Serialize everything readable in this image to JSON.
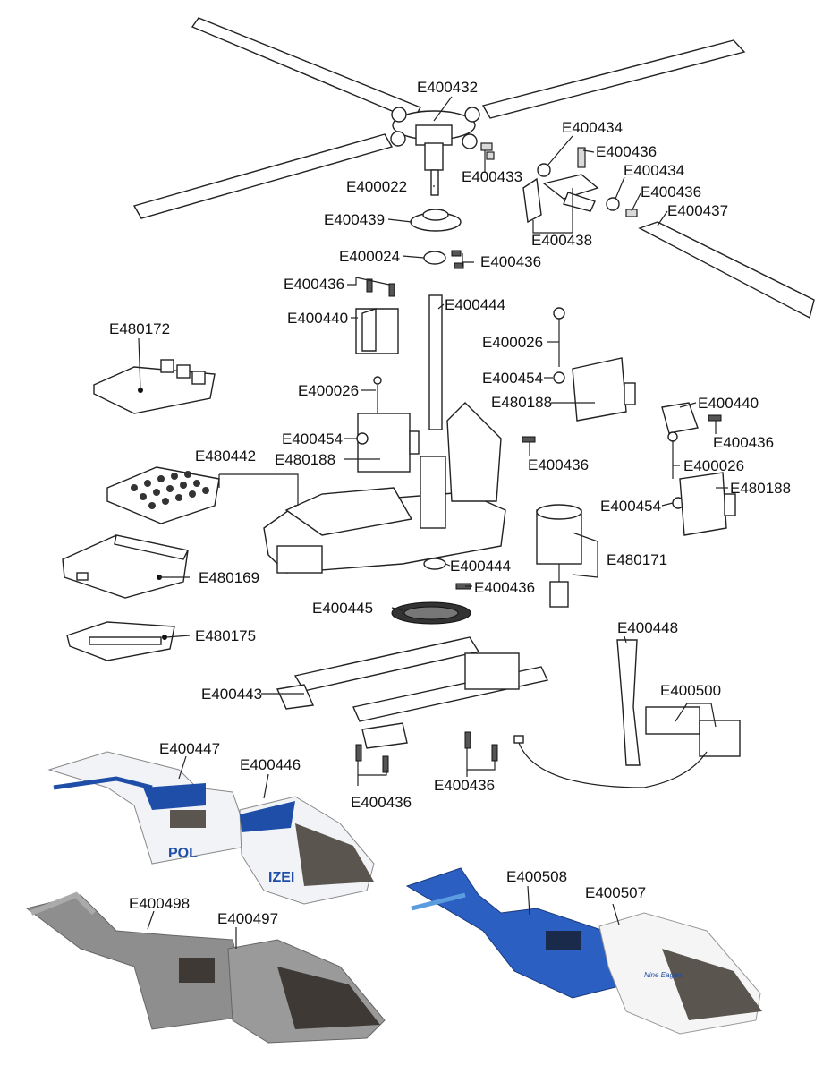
{
  "labels": {
    "main_rotor_head": "E400432",
    "blade_grip_screw_set": "E400433",
    "tail_bearing_a": "E400434",
    "tail_screw_a": "E400436",
    "tail_bearing_b": "E400434",
    "tail_screw_b": "E400436",
    "tail_blade": "E400437",
    "tail_pitch_assembly": "E400438",
    "main_shaft": "E400022",
    "swashplate": "E400439",
    "shaft_collar": "E400024",
    "collar_screws": "E400436",
    "servo_bracket_screws": "E400436",
    "servo_bracket_left": "E400440",
    "main_shaft_tube": "E400444",
    "receiver_board": "E480172",
    "pushrod_left": "E400026",
    "pushrod_center": "E400026",
    "ball_link_center": "E400454",
    "servo_center": "E480188",
    "ball_link_left": "E400454",
    "servo_left": "E480188",
    "frame_screws": "E400436",
    "servo_bracket_right": "E400440",
    "right_bracket_screws": "E400436",
    "pushrod_right": "E400026",
    "battery_tray": "E480442",
    "ball_link_right": "E400454",
    "servo_right": "E480188",
    "bearing": "E400444",
    "motor": "E480171",
    "battery": "E480169",
    "gear_screws": "E400436",
    "main_gear": "E400445",
    "esc": "E480175",
    "tail_boom": "E400448",
    "landing_gear": "E400443",
    "tail_motor": "E400500",
    "body_police_rear": "E400447",
    "canopy_police": "E400446",
    "skid_screws_left": "E400436",
    "skid_screws_right": "E400436",
    "body_grey_rear": "E400498",
    "canopy_grey": "E400497",
    "body_blue_rear": "E400508",
    "canopy_white": "E400507"
  },
  "body_text": {
    "police_lettering": "POL",
    "police_lettering_2": "IZEI",
    "brand_text": "Nine Eagles"
  },
  "colors": {
    "police_blue": "#1f4ea8",
    "police_white": "#f2f3f6",
    "grey_body": "#8e8e8e",
    "blue_body": "#2b5fc2",
    "white_body": "#f5f5f5",
    "canopy_tint": "#5b5550"
  }
}
